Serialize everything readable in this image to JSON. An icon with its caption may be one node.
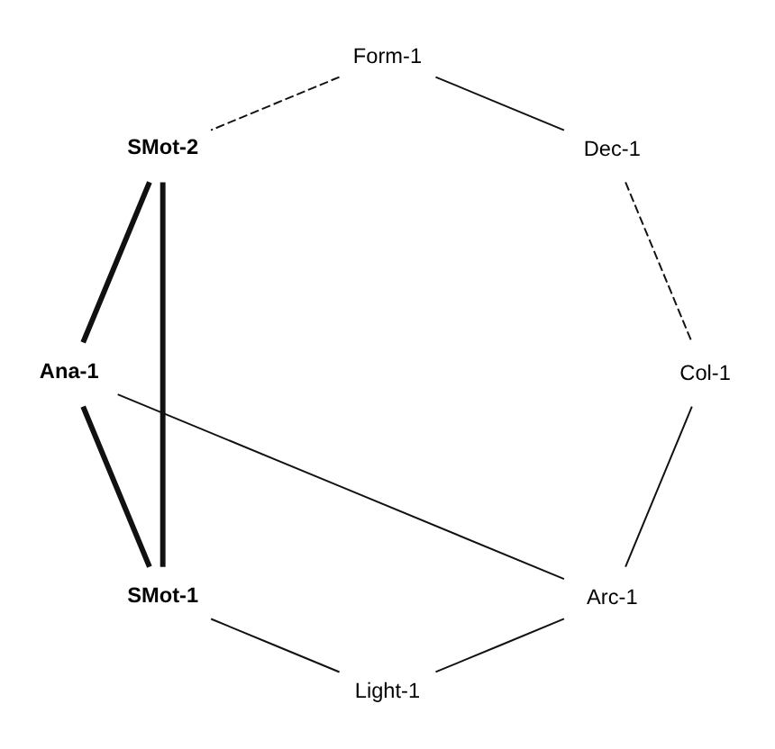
{
  "diagram": {
    "nodes": [
      {
        "text": [
          "Col-1"
        ]
      },
      {
        "text": [
          "Arc-1"
        ]
      },
      {
        "text": [
          "Ana-1"
        ]
      },
      {
        "text": [
          "SMot-2"
        ]
      },
      {
        "text": [
          "SMot-1"
        ]
      },
      {
        "text": [
          "Light-1"
        ]
      },
      {
        "text": [
          "Form-1"
        ]
      },
      {
        "text": [
          "Dec-1"
        ]
      }
    ],
    "edges": [
      {
        "from": 0,
        "to": 1,
        "arrow": "none"
      },
      {
        "from": 1,
        "to": 2,
        "arrow": "none"
      },
      {
        "from": 2,
        "to": 3,
        "arrow": "none",
        "style": "thick"
      },
      {
        "from": 3,
        "to": 4,
        "arrow": "none",
        "style": "thick"
      },
      {
        "from": 2,
        "to": 4,
        "arrow": "none",
        "style": "thick"
      },
      {
        "from": 4,
        "to": 5,
        "arrow": "none"
      },
      {
        "from": 5,
        "to": 1,
        "arrow": "none"
      },
      {
        "from": 6,
        "to": 7,
        "arrow": "none"
      },
      {
        "from": 7,
        "to": 0,
        "arrow": "none",
        "style": "dashed"
      },
      {
        "from": 6,
        "to": 3,
        "arrow": "none",
        "style": "dashed"
      }
    ]
  }
}
